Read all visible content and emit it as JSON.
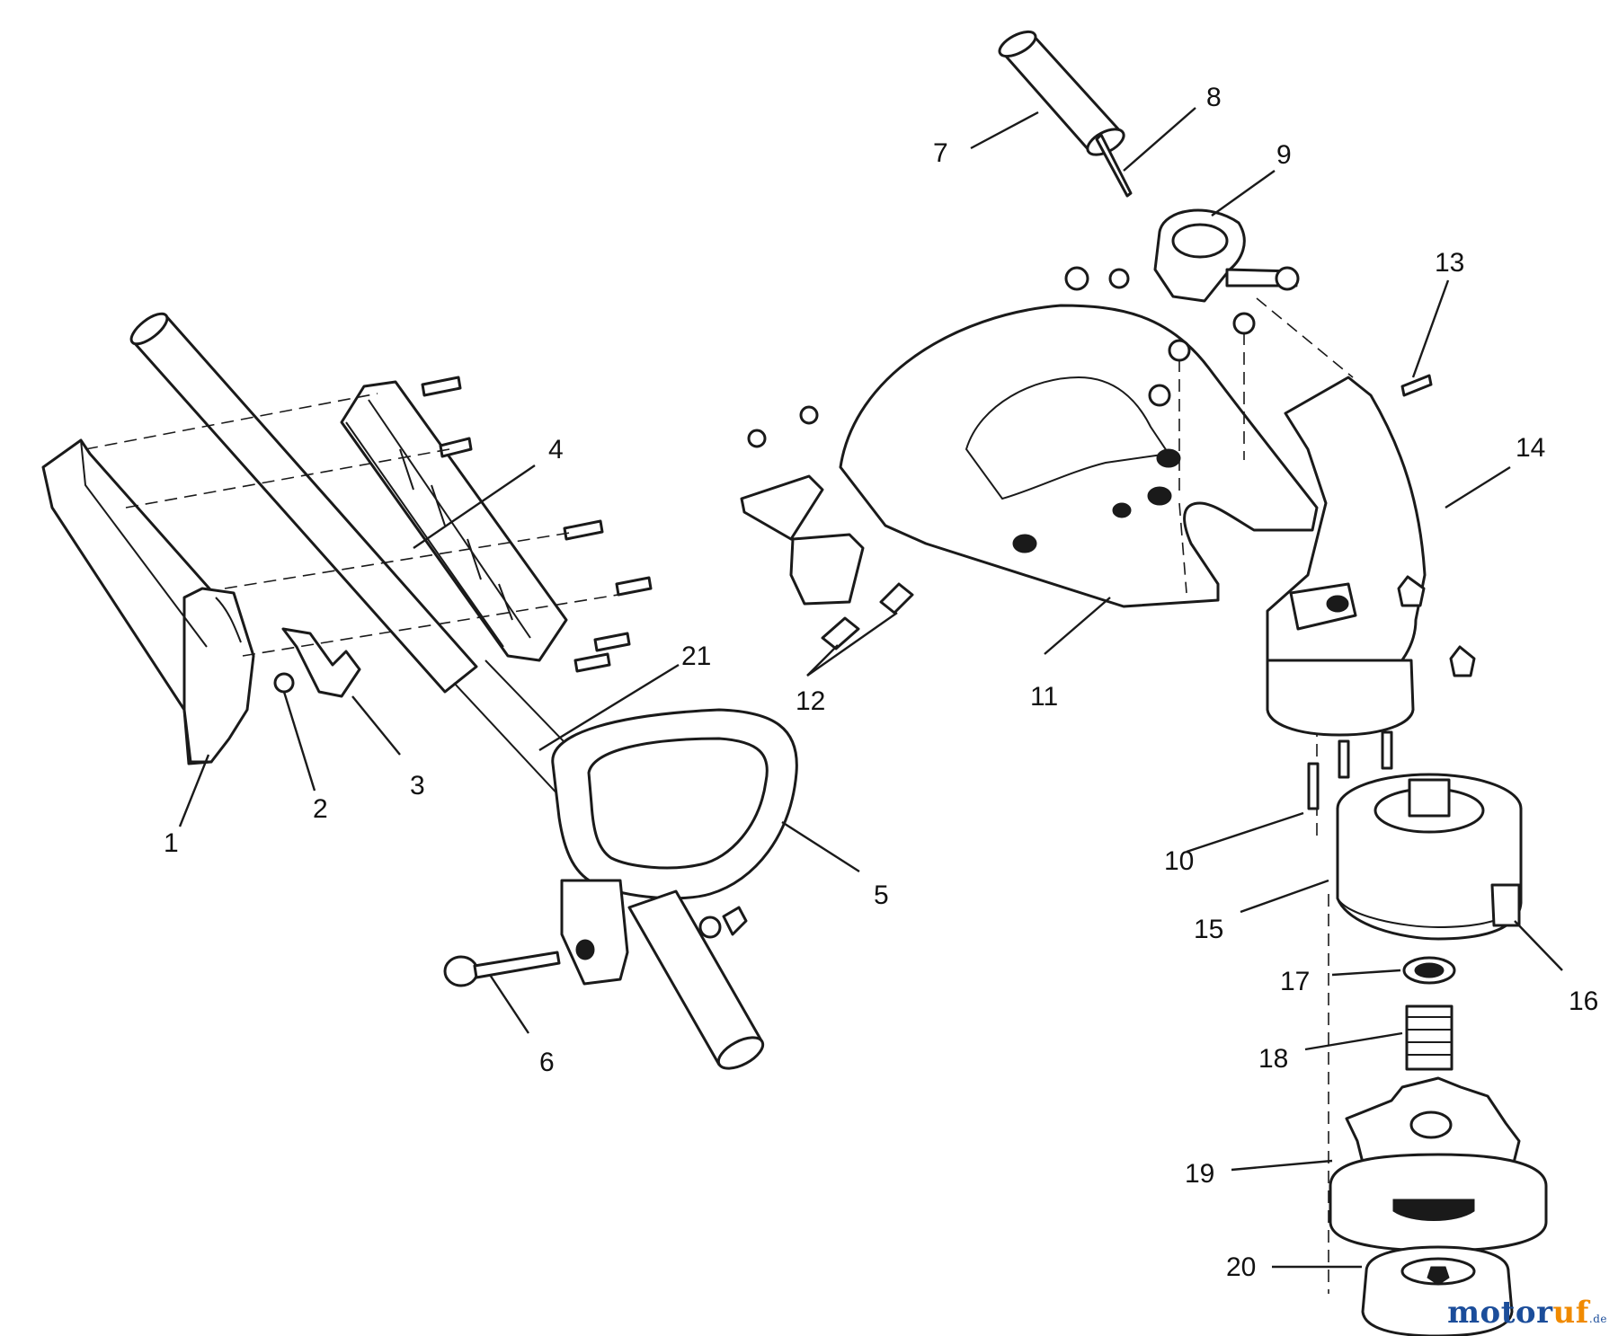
{
  "callouts": [
    "1",
    "2",
    "3",
    "4",
    "5",
    "6",
    "7",
    "8",
    "9",
    "10",
    "11",
    "12",
    "13",
    "14",
    "15",
    "16",
    "17",
    "18",
    "19",
    "20",
    "21"
  ],
  "watermark": {
    "part_a": "motor",
    "part_b": "uf",
    "suffix": ".de"
  },
  "colors": {
    "line": "#1a1a1a",
    "watermark_blue": "#1b4d9a",
    "watermark_orange": "#f08a00"
  }
}
